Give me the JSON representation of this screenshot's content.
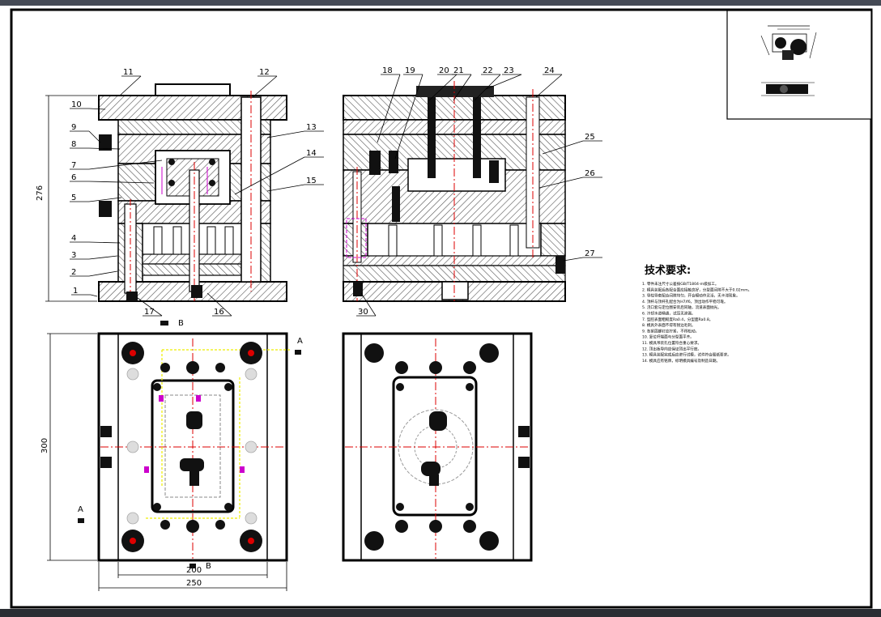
{
  "drawing": {
    "part_labels": [
      "1",
      "2",
      "3",
      "4",
      "5",
      "6",
      "7",
      "8",
      "9",
      "10",
      "11",
      "12",
      "13",
      "14",
      "15",
      "16",
      "17",
      "18",
      "19",
      "20",
      "21",
      "22",
      "23",
      "24",
      "25",
      "26",
      "27",
      "30"
    ],
    "dimensions": {
      "height": "276",
      "plate_height": "300",
      "inner_width": "200",
      "outer_width": "250"
    },
    "section_markers": [
      "A",
      "A",
      "B",
      "B"
    ],
    "tech_requirements": {
      "title": "技术要求:",
      "items": [
        "1. 零件未注尺寸公差按GB/T1804-m级加工。",
        "2. 模具装配后各配合面应接触良好，分型面间隙不大于0.02mm。",
        "3. 导柱导套配合间隙均匀，开合模动作灵活，无卡滞现象。",
        "4. 顶杆与顶杆孔配合为H7/f6，顶出动作平稳可靠。",
        "5. 浇口套与定位圈安装后同轴，流道表面抛光。",
        "6. 冷却水道畅通，试压无渗漏。",
        "7. 型腔表面粗糙度Ra0.4，分型面Ra0.8。",
        "8. 模具外表面不得有锐边毛刺。",
        "9. 各紧固螺钉应拧紧，不得松动。",
        "10. 复位杆端面与分型面平齐。",
        "11. 模具吊装孔位置符合重心要求。",
        "12. 顶出板导向应保证顶出平行度。",
        "13. 模具装配完成后应进行试模，试件符合图纸要求。",
        "14. 模具应有铭牌，标明模具编号及制造日期。"
      ]
    }
  }
}
